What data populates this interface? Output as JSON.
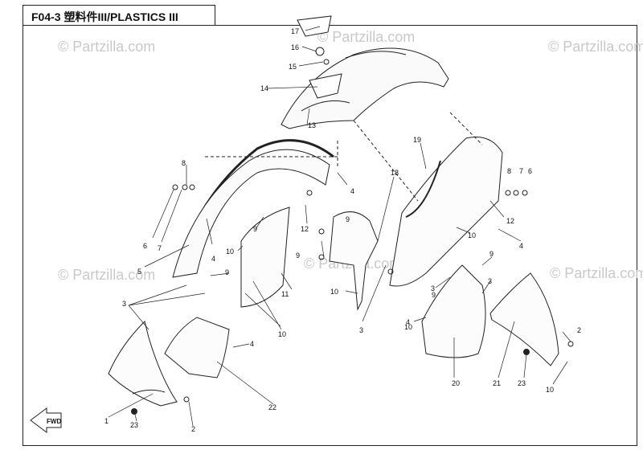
{
  "title": "F04-3 塑料件III/PLASTICS III",
  "watermarks": [
    "© Partzilla.com",
    "© Partzilla.com",
    "© Partzilla.com",
    "© Partzilla.com",
    "© Partzilla.com",
    "© Partzilla.com"
  ],
  "fwd_label": "FWD",
  "callouts": [
    "1",
    "2",
    "2",
    "3",
    "3",
    "3",
    "3",
    "4",
    "4",
    "4",
    "4",
    "4",
    "5",
    "6",
    "6",
    "7",
    "7",
    "8",
    "8",
    "9",
    "9",
    "9",
    "9",
    "9",
    "9",
    "10",
    "10",
    "10",
    "10",
    "10",
    "10",
    "11",
    "12",
    "12",
    "13",
    "14",
    "15",
    "16",
    "17",
    "18",
    "19",
    "20",
    "21",
    "22",
    "23",
    "23"
  ]
}
